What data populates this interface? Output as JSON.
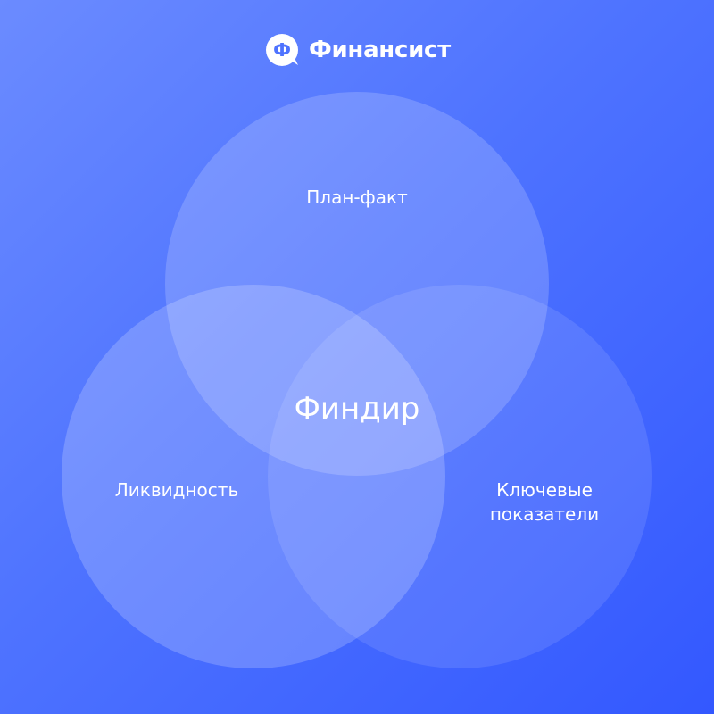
{
  "brand": {
    "icon": "finansist-logo-icon",
    "icon_letter": "Ф",
    "name": "Финансист"
  },
  "venn": {
    "top_label": "План-факт",
    "left_label": "Ликвидность",
    "right_label_line1": "Ключевые",
    "right_label_line2": "показатели",
    "center_label": "Финдир"
  },
  "colors": {
    "background_start": "#6b8bff",
    "background_end": "#3358ff",
    "circle_fill": "#ffffff",
    "text": "#ffffff"
  }
}
